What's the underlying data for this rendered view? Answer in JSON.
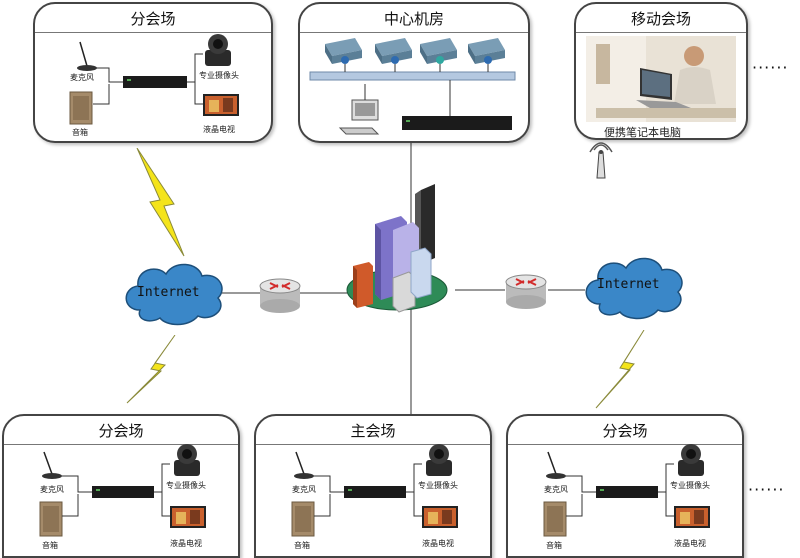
{
  "top_left_panel": {
    "title": "分会场",
    "mic": "麦克风",
    "speaker": "音箱",
    "camera": "专业摄像头",
    "tv": "液晶电视"
  },
  "top_center_panel": {
    "title": "中心机房"
  },
  "top_right_panel": {
    "title": "移动会场",
    "laptop": "便携笔记本电脑"
  },
  "bottom_left_panel": {
    "title": "分会场",
    "mic": "麦克风",
    "speaker": "音箱",
    "camera": "专业摄像头",
    "tv": "液晶电视"
  },
  "bottom_center_panel": {
    "title": "主会场",
    "mic": "麦克风",
    "speaker": "音箱",
    "camera": "专业摄像头",
    "tv": "液晶电视"
  },
  "bottom_right_panel": {
    "title": "分会场",
    "mic": "麦克风",
    "speaker": "音箱",
    "camera": "专业摄像头",
    "tv": "液晶电视"
  },
  "clouds": {
    "left": "Internet",
    "right": "Internet"
  },
  "ellipsis": {
    "top": "······",
    "bottom": "······"
  },
  "colors": {
    "cloud": "#3a87c8",
    "lightning": "#f4e41a",
    "router": "#d9d9d9",
    "router_arrows": "#d22b2b",
    "base_ellipse": "#2e8b57"
  }
}
